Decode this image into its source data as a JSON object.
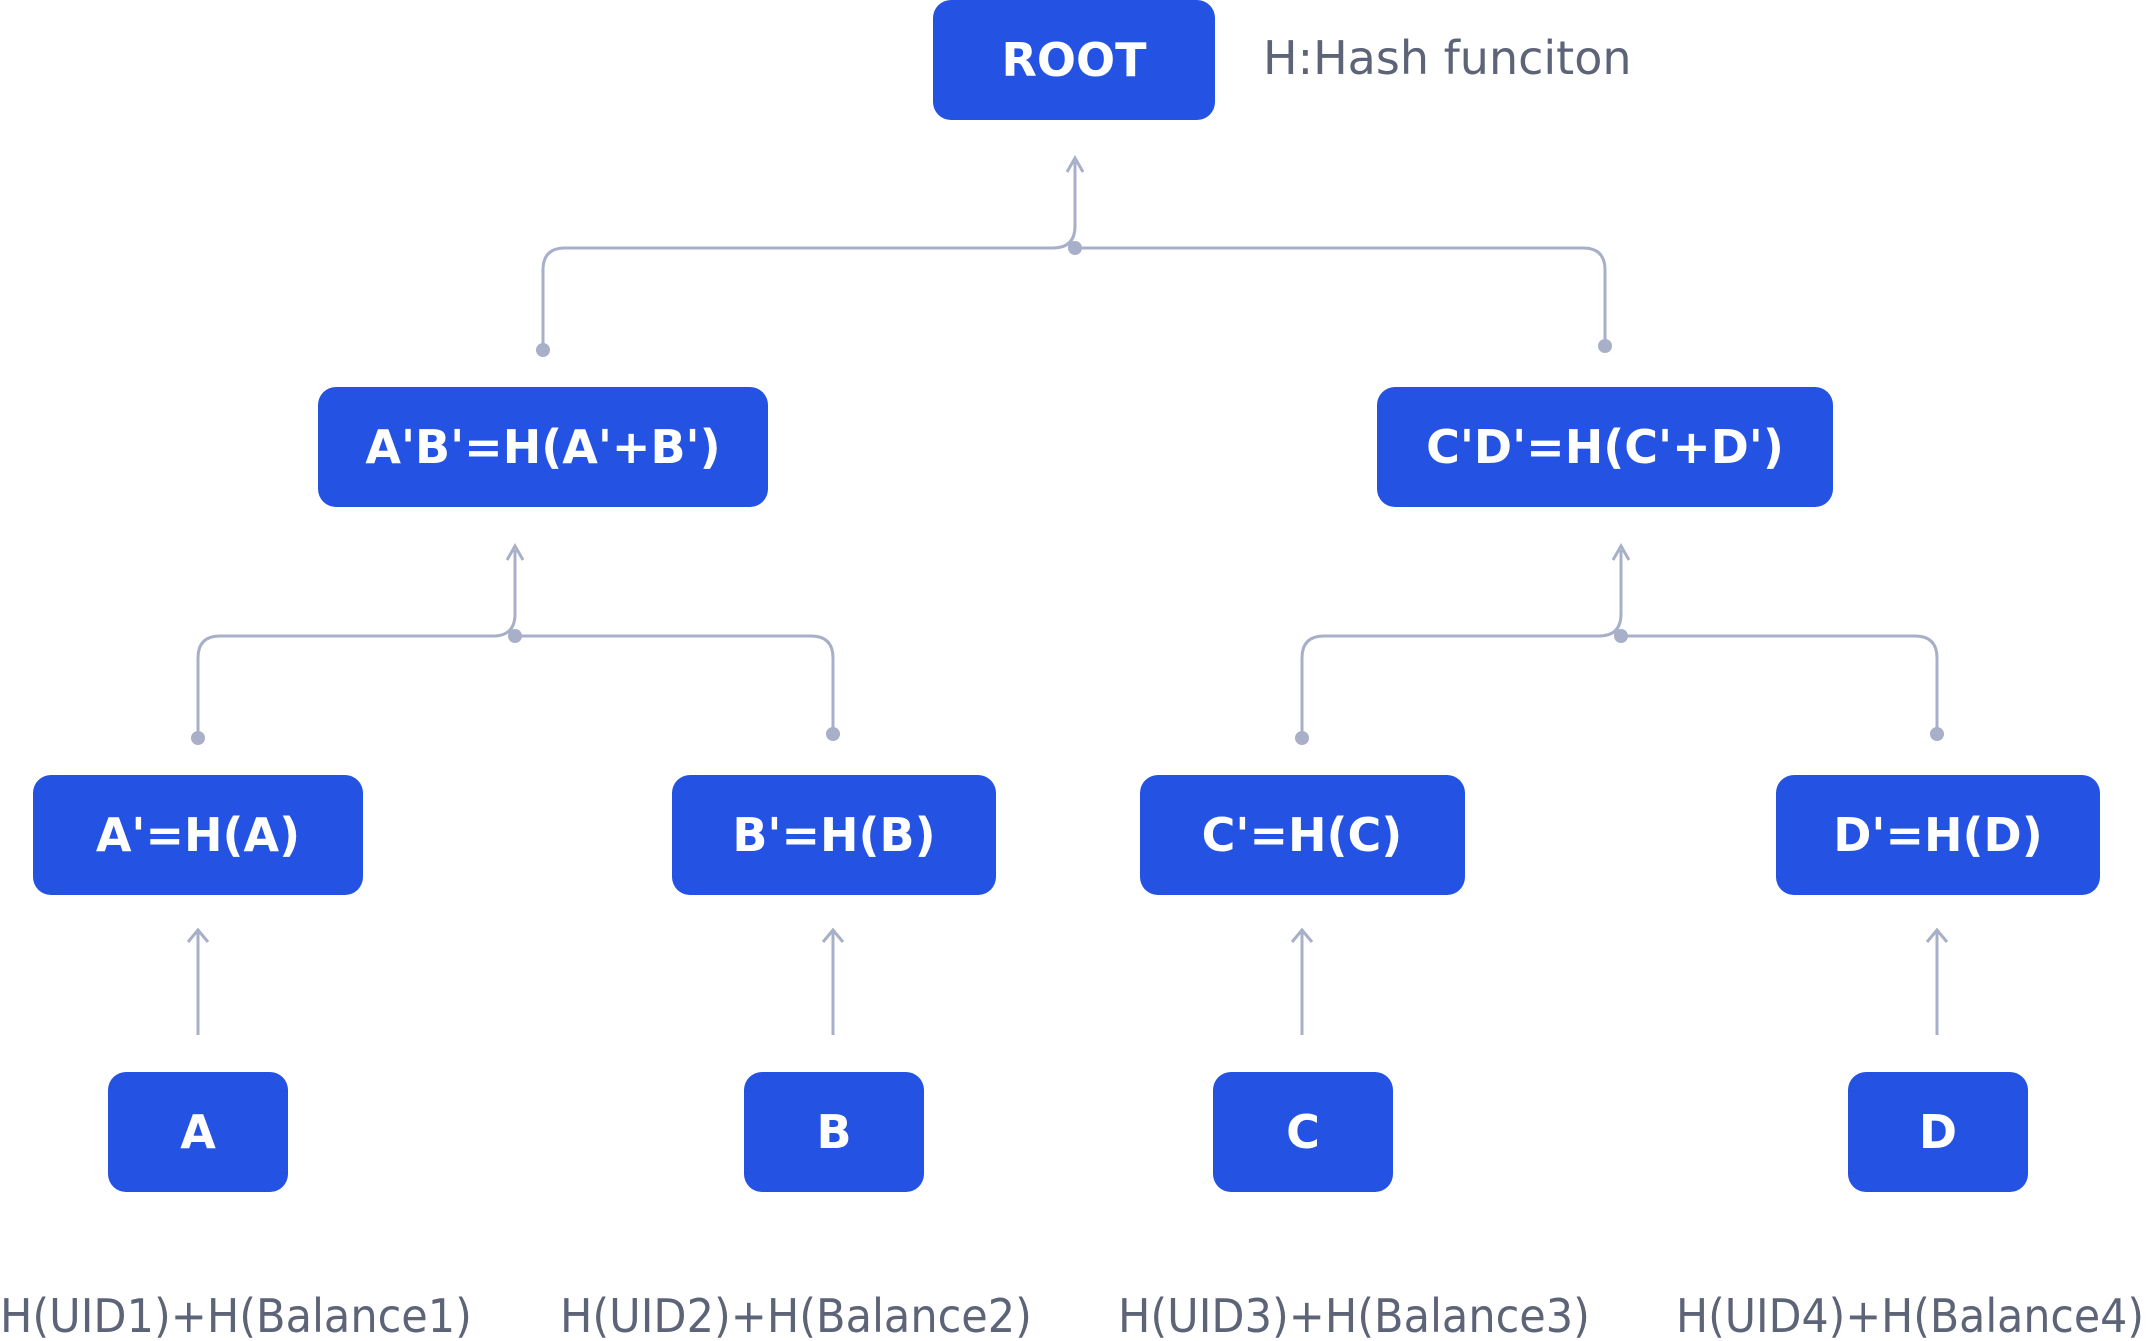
{
  "legend": {
    "text": "H:Hash funciton"
  },
  "nodes": {
    "root": "ROOT",
    "ab": "A'B'=H(A'+B')",
    "cd": "C'D'=H(C'+D')",
    "a_hash": "A'=H(A)",
    "b_hash": "B'=H(B)",
    "c_hash": "C'=H(C)",
    "d_hash": "D'=H(D)",
    "a": "A",
    "b": "B",
    "c": "C",
    "d": "D"
  },
  "captions": {
    "leaf1": "H(UID1)+H(Balance1)",
    "leaf2": "H(UID2)+H(Balance2)",
    "leaf3": "H(UID3)+H(Balance3)",
    "leaf4": "H(UID4)+H(Balance4)"
  }
}
